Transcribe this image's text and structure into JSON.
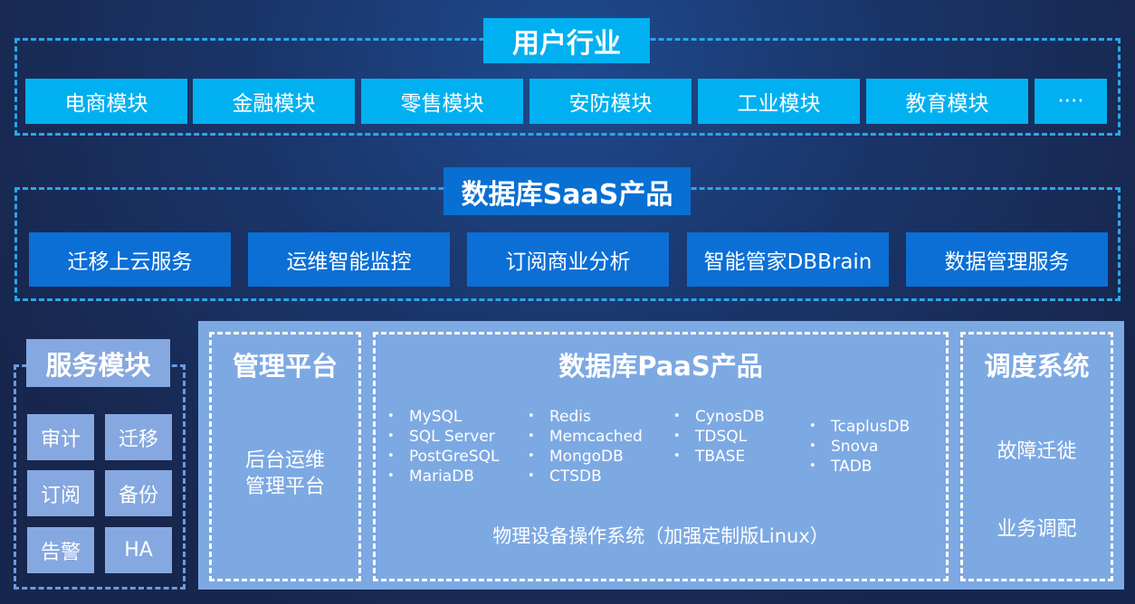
{
  "industry": {
    "title": "用户行业",
    "modules": [
      "电商模块",
      "金融模块",
      "零售模块",
      "安防模块",
      "工业模块",
      "教育模块",
      "····"
    ]
  },
  "saas": {
    "title": "数据库SaaS产品",
    "items": [
      "迁移上云服务",
      "运维智能监控",
      "订阅商业分析",
      "智能管家DBBrain",
      "数据管理服务"
    ]
  },
  "service": {
    "title": "服务模块",
    "items": [
      "审计",
      "迁移",
      "订阅",
      "备份",
      "告警",
      "HA"
    ]
  },
  "mgmt": {
    "title": "管理平台",
    "desc1": "后台运维",
    "desc2": "管理平台"
  },
  "paas": {
    "title": "数据库PaaS产品",
    "columns": [
      [
        "MySQL",
        "SQL Server",
        "PostGreSQL",
        "MariaDB"
      ],
      [
        "Redis",
        "Memcached",
        "MongoDB",
        "CTSDB"
      ],
      [
        "CynosDB",
        "TDSQL",
        "TBASE"
      ],
      [
        "TcaplusDB",
        "Snova",
        "TADB"
      ]
    ],
    "os": "物理设备操作系统（加强定制版Linux）"
  },
  "sched": {
    "title": "调度系统",
    "items": [
      "故障迁徙",
      "业务调配"
    ]
  }
}
